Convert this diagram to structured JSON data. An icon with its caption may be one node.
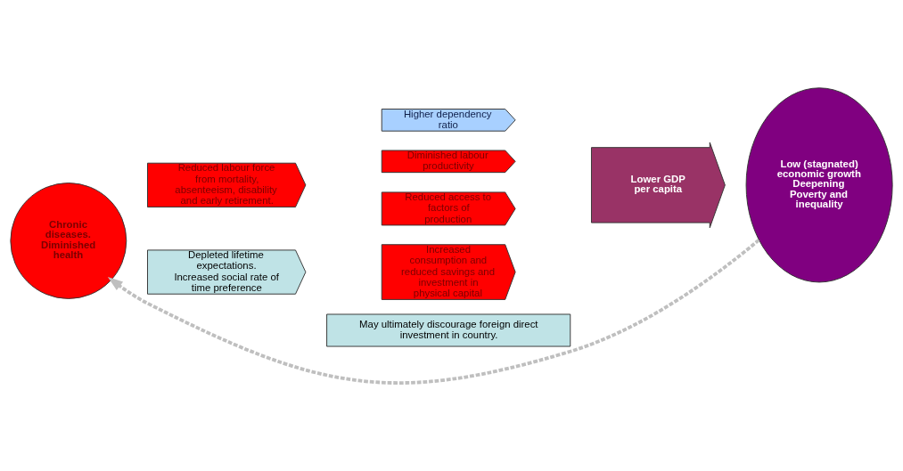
{
  "diagram": {
    "nodes": [
      {
        "text": [
          "Chronic diseases.",
          "Diminished health"
        ]
      },
      {
        "text": [
          "Reduced labour force from mortality, absenteeism, disability and early retirement."
        ]
      },
      {
        "text": [
          "Depleted lifetime expectations.",
          "Increased social rate of time preference"
        ]
      },
      {
        "text": [
          "Higher dependency ratio"
        ]
      },
      {
        "text": [
          "Diminished labour productivity"
        ]
      },
      {
        "text": [
          "Reduced access to factors of production"
        ]
      },
      {
        "text": [
          "Increased consumption and reduced savings and investment in physical capital"
        ]
      },
      {
        "text": [
          "May ultimately discourage foreign direct investment in country."
        ]
      },
      {
        "text": [
          "Lower GDP per capita"
        ]
      },
      {
        "text": [
          "Low (stagnated) economic growth Deepening Poverty and inequality"
        ]
      }
    ],
    "edges": [
      {
        "from": 9,
        "to": 0,
        "arrow": "to",
        "style": "dashed",
        "color": "#bfbfbf"
      }
    ]
  }
}
